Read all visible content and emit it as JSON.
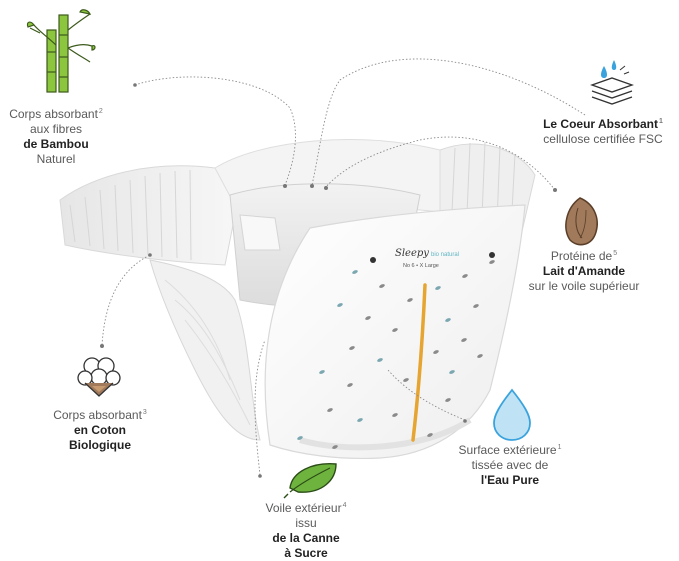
{
  "features": {
    "bamboo": {
      "line1": "Corps absorbant",
      "note": "2",
      "line2": "aux fibres",
      "bold": "de Bambou",
      "line3": "Naturel",
      "icon": "bamboo-icon"
    },
    "core": {
      "bold": "Le Coeur Absorbant",
      "note": "1",
      "line2": "cellulose certifiée FSC",
      "icon": "water-layers-icon"
    },
    "almond": {
      "line1": "Protéine de",
      "note": "5",
      "bold": "Lait d'Amande",
      "line2": "sur le voile supérieur",
      "icon": "almond-icon"
    },
    "cotton": {
      "line1": "Corps absorbant",
      "note": "3",
      "bold1": "en Coton",
      "bold2": "Biologique",
      "icon": "cotton-flower-icon"
    },
    "water": {
      "line1": "Surface extérieure",
      "note": "1",
      "line2": "tissée avec de",
      "bold": "l'Eau Pure",
      "icon": "water-drop-icon"
    },
    "sugarcane": {
      "line1": "Voile extérieur",
      "note": "4",
      "line2": "issu",
      "bold1": "de la Canne",
      "bold2": "à Sucre",
      "icon": "leaf-icon"
    }
  },
  "product": {
    "brand": "Sleepy",
    "sub": "bio natural",
    "size": "No 6 • X Large"
  },
  "colors": {
    "bamboo": "#8cc63f",
    "almond": "#a07a5b",
    "drop": "#3aa3dd",
    "leaf": "#6fb33f",
    "strip": "#e6a431"
  }
}
